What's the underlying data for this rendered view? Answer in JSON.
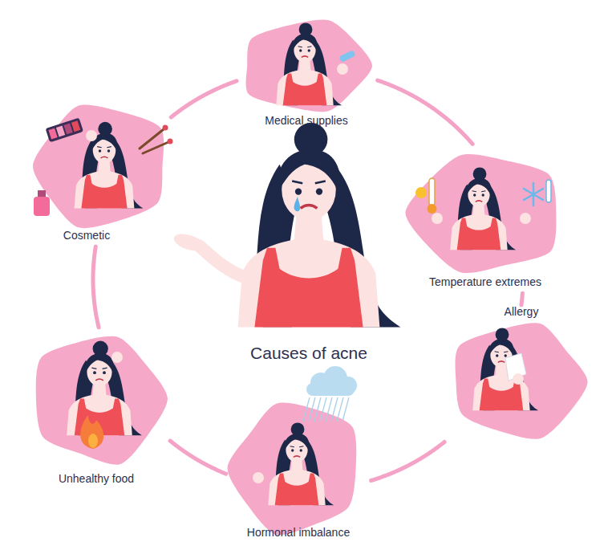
{
  "diagram": {
    "title": "Causes of acne",
    "nodes": [
      {
        "text": [
          "Medical supplies"
        ]
      },
      {
        "text": [
          "Temperature extremes"
        ]
      },
      {
        "text": [
          "Allergy"
        ]
      },
      {
        "text": [
          "Hormonal imbalance"
        ]
      },
      {
        "text": [
          "Unhealthy food"
        ]
      },
      {
        "text": [
          "Cosmetic"
        ]
      }
    ],
    "edges": [
      {
        "from": 0,
        "to": 1,
        "arrow": "none"
      },
      {
        "from": 1,
        "to": 2,
        "arrow": "none"
      },
      {
        "from": 2,
        "to": 3,
        "arrow": "none"
      },
      {
        "from": 3,
        "to": 4,
        "arrow": "none"
      },
      {
        "from": 4,
        "to": 5,
        "arrow": "none"
      },
      {
        "from": 5,
        "to": 0,
        "arrow": "none"
      }
    ]
  }
}
